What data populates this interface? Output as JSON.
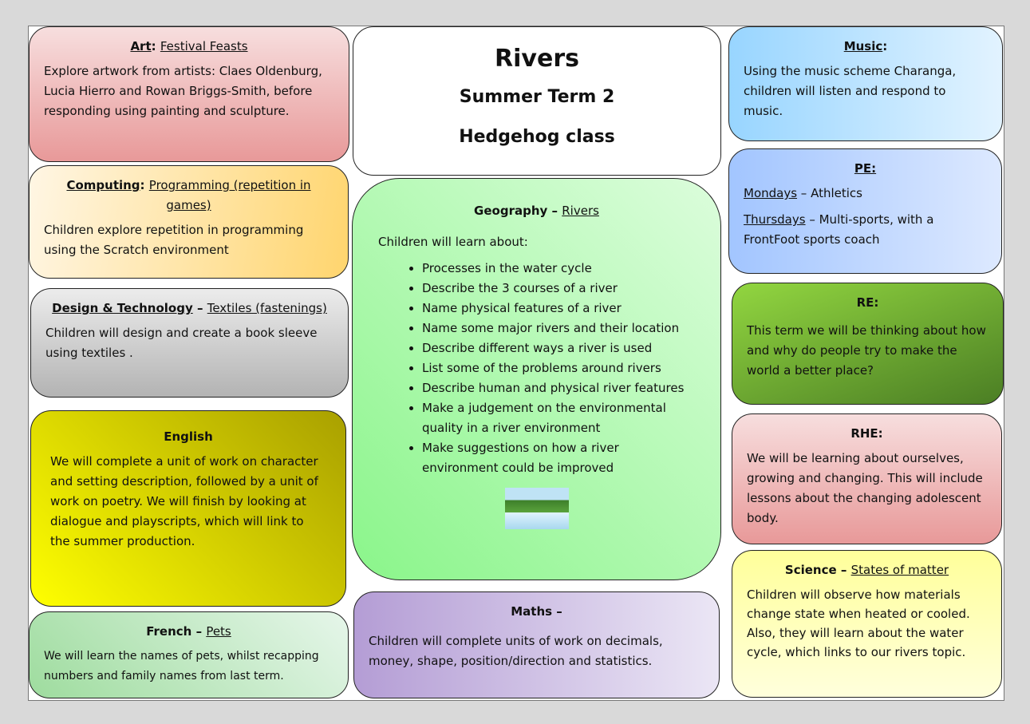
{
  "title": {
    "main": "Rivers",
    "term": "Summer Term 2",
    "class": "Hedgehog class"
  },
  "art": {
    "subject": "Art",
    "topic": "Festival Feasts",
    "text": "Explore artwork from artists: Claes Oldenburg, Lucia Hierro and Rowan Briggs-Smith, before responding using painting and sculpture."
  },
  "computing": {
    "subject": "Computing",
    "topic": "Programming (repetition in games)",
    "text": "Children explore repetition in programming using the Scratch environment"
  },
  "dt": {
    "subject": "Design & Technology",
    "sep": " – ",
    "topic": "Textiles (fastenings)",
    "text": "Children will design and create a book sleeve using textiles ."
  },
  "english": {
    "subject": "English",
    "text": "We will complete a unit of work on character and setting description, followed by a unit of work on poetry. We will finish by looking at dialogue and playscripts, which will link to the summer production."
  },
  "french": {
    "subject": "French",
    "sep": " – ",
    "topic": "Pets",
    "text": "We will learn the names of pets, whilst recapping numbers and family names from last term."
  },
  "geography": {
    "subject": "Geography",
    "sep": " – ",
    "topic": "Rivers",
    "intro": "Children will learn about:",
    "items": [
      "Processes in the water cycle",
      "Describe the 3 courses of a river",
      "Name physical features of a river",
      "Name some major rivers and their location",
      "Describe different ways a river is used",
      "List some of the problems around rivers",
      "Describe human and physical river features",
      "Make a judgement on the environmental quality in a river environment",
      "Make suggestions on how a river environment could be improved"
    ]
  },
  "maths": {
    "subject": "Maths –",
    "text": "Children will complete units of work on decimals, money, shape, position/direction and statistics."
  },
  "music": {
    "subject": "Music",
    "colon": ":",
    "text": "Using the music scheme Charanga, children will listen and respond to music."
  },
  "pe": {
    "subject": "PE:",
    "day1": "Mondays",
    "act1": " – Athletics",
    "day2": "Thursdays",
    "act2": " – Multi-sports, with a FrontFoot sports coach"
  },
  "re": {
    "subject": "RE:",
    "text": "This term we will be thinking about how and why do people try to make the world a better place?"
  },
  "rhe": {
    "subject": "RHE:",
    "text": "We will be learning about ourselves, growing and changing. This will include lessons about the changing adolescent body."
  },
  "science": {
    "subject": "Science",
    "sep": " – ",
    "topic": "States of matter",
    "text": "Children will observe how materials change state when heated or cooled. Also, they will learn about the water cycle, which links to our rivers topic."
  }
}
